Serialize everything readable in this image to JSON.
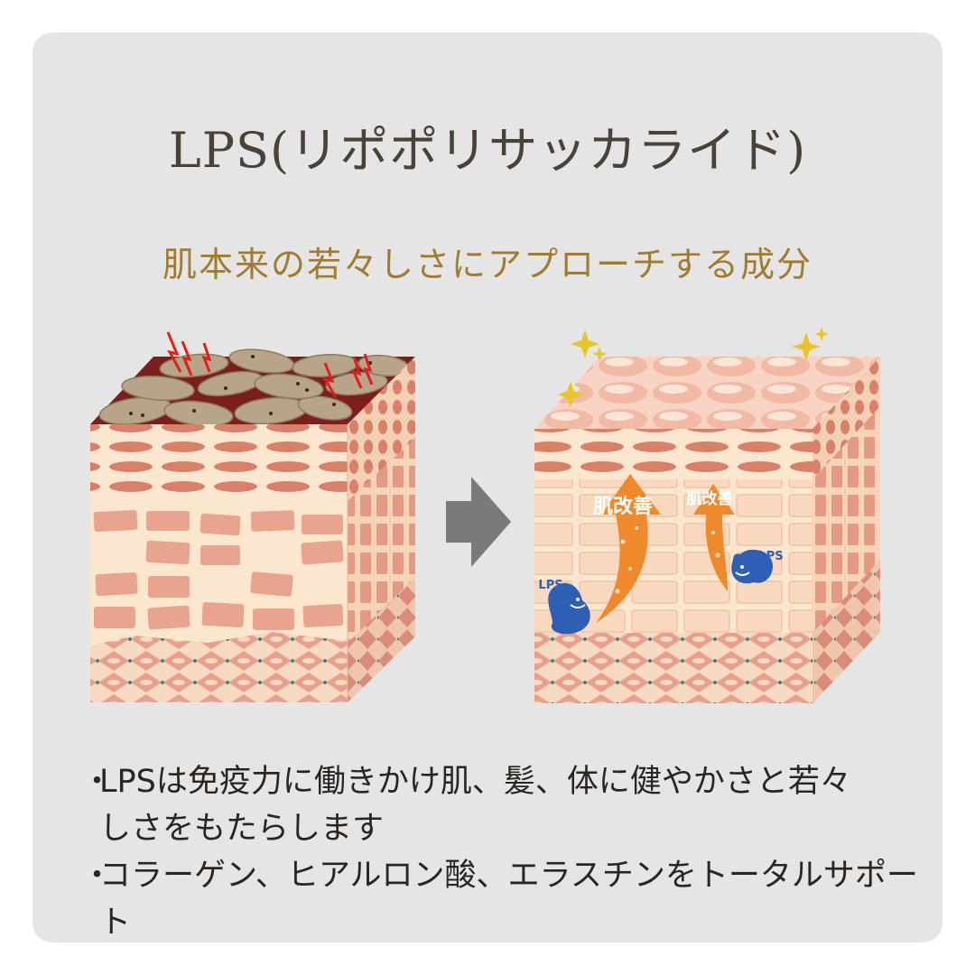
{
  "header": {
    "title": "LPS(リポポリサッカライド)",
    "subtitle": "肌本来の若々しさにアプローチする成分"
  },
  "illustration": {
    "before_icon": "damaged-skin-cube",
    "arrow_icon": "right-arrow-icon",
    "after_icon": "healthy-skin-cube",
    "improve_label_1": "肌改善",
    "improve_label_2": "肌改善",
    "lps_label_1": "LPS",
    "lps_label_2": "LPS"
  },
  "bullets": [
    {
      "marker": "・",
      "text": "LPSは免疫力に働きかけ肌、髪、体に健やかさと若々\nしさをもたらします"
    },
    {
      "marker": "・",
      "text": "コラーゲン、ヒアルロン酸、エラスチンをトータルサポート"
    }
  ],
  "colors": {
    "card_bg": "#e6e5e5",
    "title": "#4a4238",
    "subtitle": "#a07c2f",
    "skin_pink": "#e8a48e",
    "skin_cream": "#fbe6cf",
    "orange": "#ef8a2c",
    "lps_blue": "#2d5fb5",
    "arrow_gray": "#7a7a7a"
  }
}
